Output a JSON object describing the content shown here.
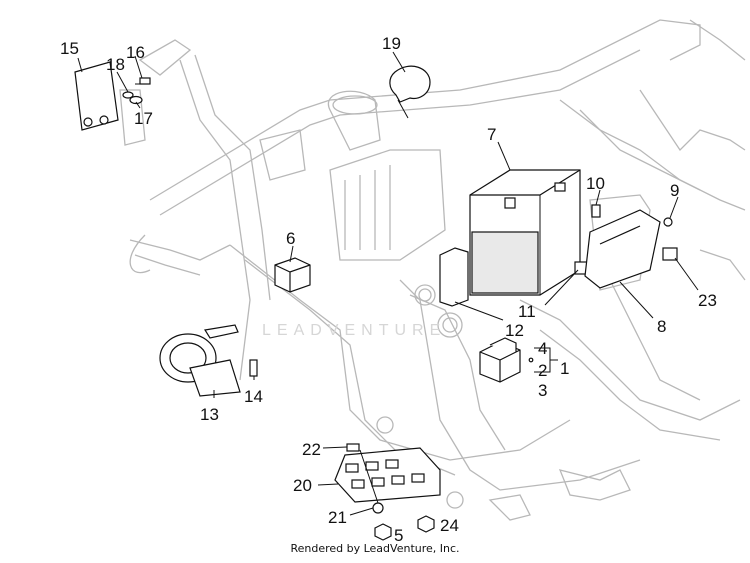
{
  "callouts": [
    {
      "id": "15",
      "label": "15"
    },
    {
      "id": "16",
      "label": "16"
    },
    {
      "id": "18",
      "label": "18"
    },
    {
      "id": "17",
      "label": "17"
    },
    {
      "id": "19",
      "label": "19"
    },
    {
      "id": "7",
      "label": "7"
    },
    {
      "id": "10",
      "label": "10"
    },
    {
      "id": "9",
      "label": "9"
    },
    {
      "id": "6",
      "label": "6"
    },
    {
      "id": "23",
      "label": "23"
    },
    {
      "id": "11",
      "label": "11"
    },
    {
      "id": "12",
      "label": "12"
    },
    {
      "id": "8",
      "label": "8"
    },
    {
      "id": "4",
      "label": "4"
    },
    {
      "id": "2",
      "label": "2"
    },
    {
      "id": "1",
      "label": "1"
    },
    {
      "id": "3",
      "label": "3"
    },
    {
      "id": "13",
      "label": "13"
    },
    {
      "id": "14",
      "label": "14"
    },
    {
      "id": "22",
      "label": "22"
    },
    {
      "id": "20",
      "label": "20"
    },
    {
      "id": "21",
      "label": "21"
    },
    {
      "id": "5",
      "label": "5"
    },
    {
      "id": "24",
      "label": "24"
    }
  ],
  "watermark": "LEADVENTURE",
  "footer": "Rendered by LeadVenture, Inc."
}
